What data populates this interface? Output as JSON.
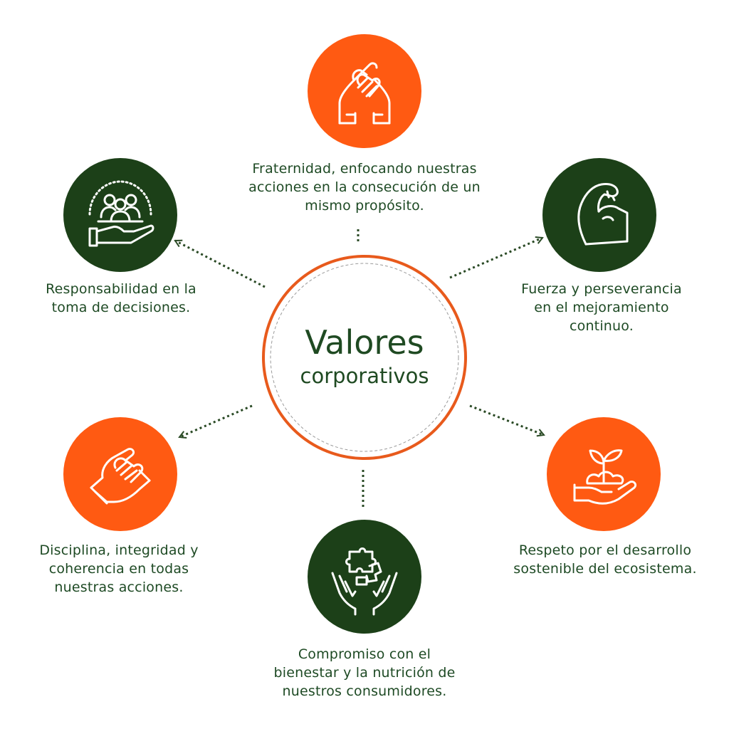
{
  "hub": {
    "title": "Valores",
    "subtitle": "corporativos"
  },
  "colors": {
    "orange": "#ff5a12",
    "green": "#1c4018",
    "text": "#1e4a24",
    "hub_border": "#e85a1c",
    "dots": "#2a4a25",
    "icon_line": "#ffffff"
  },
  "values": [
    {
      "id": "fraternidad",
      "icon": "handshake-clasp-icon",
      "color": "orange",
      "lines": [
        "Fraternidad, enfocando nuestras",
        "acciones en la consecución de un",
        "mismo propósito."
      ]
    },
    {
      "id": "fuerza",
      "icon": "flexed-arm-icon",
      "color": "green",
      "lines": [
        "Fuerza y perseverancia",
        "en el mejoramiento",
        "continuo."
      ]
    },
    {
      "id": "respeto",
      "icon": "plant-in-hand-icon",
      "color": "orange",
      "lines": [
        "Respeto por el desarrollo",
        "sostenible del ecosistema."
      ]
    },
    {
      "id": "compromiso",
      "icon": "hands-puzzle-icon",
      "color": "green",
      "lines": [
        "Compromiso con el",
        "bienestar y la nutrición de",
        "nuestros consumidores."
      ]
    },
    {
      "id": "disciplina",
      "icon": "handshake-grip-icon",
      "color": "orange",
      "lines": [
        "Disciplina, integridad y",
        "coherencia en todas",
        "nuestras acciones."
      ]
    },
    {
      "id": "responsabilidad",
      "icon": "people-in-hand-icon",
      "color": "green",
      "lines": [
        "Responsabilidad en la",
        "toma de decisiones."
      ]
    }
  ]
}
